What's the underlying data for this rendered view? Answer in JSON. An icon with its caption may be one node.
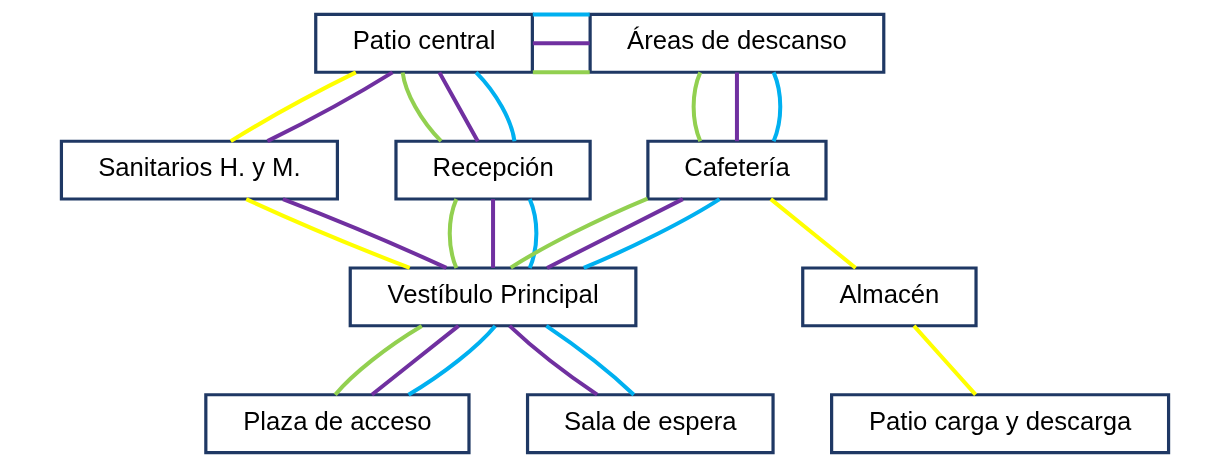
{
  "diagram": {
    "nodes": [
      {
        "text": [
          "Patio central"
        ]
      },
      {
        "text": [
          "Áreas de descanso"
        ]
      },
      {
        "text": [
          "Sanitarios H. y M."
        ]
      },
      {
        "text": [
          "Recepción"
        ]
      },
      {
        "text": [
          "Cafetería"
        ]
      },
      {
        "text": [
          "Almacén"
        ]
      },
      {
        "text": [
          "Vestíbulo Principal"
        ]
      },
      {
        "text": [
          "Sala de espera"
        ]
      },
      {
        "text": [
          "Plaza de acceso"
        ]
      },
      {
        "text": [
          "Patio carga y descarga"
        ]
      }
    ],
    "edges": [
      {
        "from": 0,
        "to": 2,
        "arrow": "none",
        "color": "#ffff00"
      },
      {
        "from": 0,
        "to": 2,
        "arrow": "none",
        "color": "#7030a0"
      },
      {
        "from": 0,
        "to": 1,
        "arrow": "none",
        "color": "#92d050"
      },
      {
        "from": 0,
        "to": 1,
        "arrow": "none",
        "color": "#7030a0"
      },
      {
        "from": 0,
        "to": 1,
        "arrow": "none",
        "color": "#00b0f0"
      },
      {
        "from": 0,
        "to": 3,
        "arrow": "none",
        "color": "#92d050"
      },
      {
        "from": 0,
        "to": 3,
        "arrow": "none",
        "color": "#7030a0"
      },
      {
        "from": 0,
        "to": 3,
        "arrow": "none",
        "color": "#00b0f0"
      },
      {
        "from": 1,
        "to": 4,
        "arrow": "none",
        "color": "#92d050"
      },
      {
        "from": 1,
        "to": 4,
        "arrow": "none",
        "color": "#7030a0"
      },
      {
        "from": 1,
        "to": 4,
        "arrow": "none",
        "color": "#00b0f0"
      },
      {
        "from": 3,
        "to": 6,
        "arrow": "none",
        "color": "#92d050"
      },
      {
        "from": 3,
        "to": 6,
        "arrow": "none",
        "color": "#7030a0"
      },
      {
        "from": 3,
        "to": 6,
        "arrow": "none",
        "color": "#00b0f0"
      },
      {
        "from": 2,
        "to": 6,
        "arrow": "none",
        "color": "#ffff00"
      },
      {
        "from": 2,
        "to": 6,
        "arrow": "none",
        "color": "#7030a0"
      },
      {
        "from": 4,
        "to": 6,
        "arrow": "none",
        "color": "#92d050"
      },
      {
        "from": 4,
        "to": 6,
        "arrow": "none",
        "color": "#7030a0"
      },
      {
        "from": 4,
        "to": 6,
        "arrow": "none",
        "color": "#00b0f0"
      },
      {
        "from": 4,
        "to": 5,
        "arrow": "none",
        "color": "#ffff00"
      },
      {
        "from": 5,
        "to": 9,
        "arrow": "none",
        "color": "#ffff00"
      },
      {
        "from": 7,
        "to": 6,
        "arrow": "none",
        "color": "#7030a0"
      },
      {
        "from": 7,
        "to": 6,
        "arrow": "none",
        "color": "#00b0f0"
      },
      {
        "from": 6,
        "to": 8,
        "arrow": "none",
        "color": "#92d050"
      },
      {
        "from": 6,
        "to": 8,
        "arrow": "none",
        "color": "#7030a0"
      },
      {
        "from": 6,
        "to": 8,
        "arrow": "none",
        "color": "#00b0f0"
      }
    ]
  }
}
